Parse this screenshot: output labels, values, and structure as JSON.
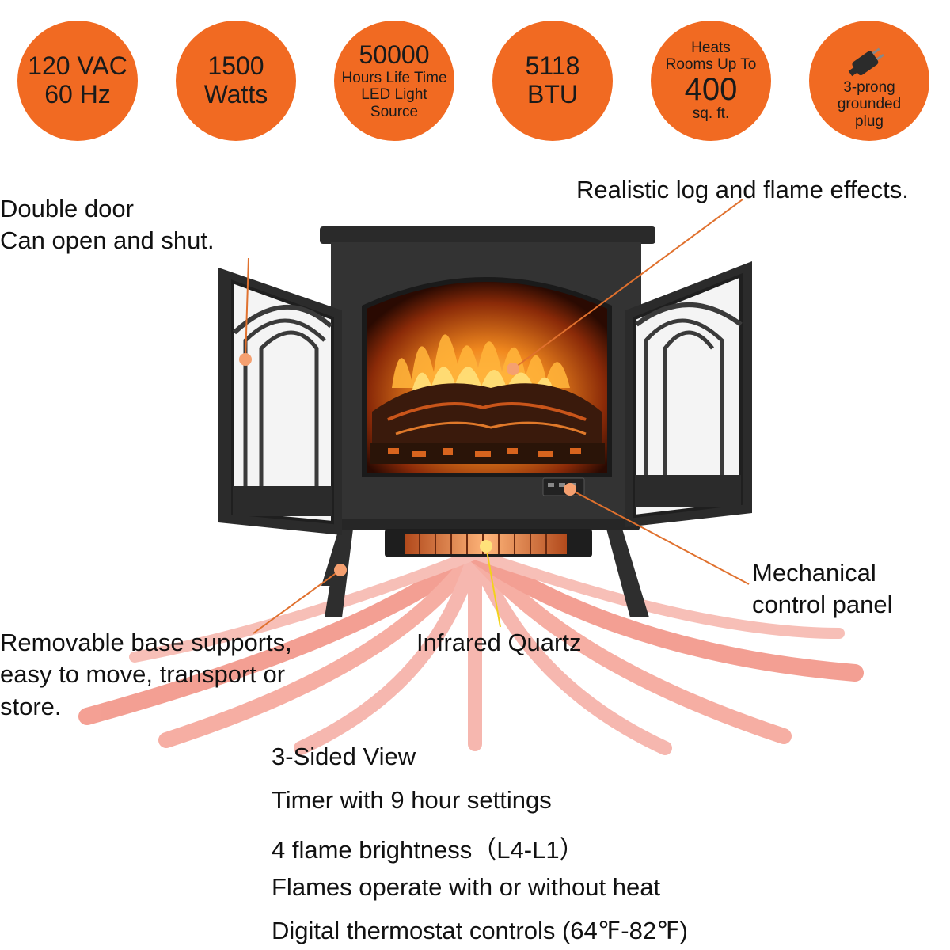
{
  "badges": {
    "voltage": {
      "line1": "120 VAC",
      "line2": "60 Hz"
    },
    "power": {
      "line1": "1500",
      "line2": "Watts"
    },
    "led": {
      "line1": "50000",
      "line2": "Hours Life Time",
      "line3": "LED Light",
      "line4": "Source"
    },
    "btu": {
      "line1": "5118",
      "line2": "BTU"
    },
    "rooms": {
      "line1": "Heats",
      "line2": "Rooms Up To",
      "line3": "400",
      "line4": "sq. ft."
    },
    "plug": {
      "line1": "3-prong",
      "line2": "grounded",
      "line3": "plug",
      "icon": "plug-icon"
    }
  },
  "callouts": {
    "doors": {
      "line1": "Double door",
      "line2": "Can open and shut."
    },
    "flames": "Realistic log and flame effects.",
    "panel": {
      "line1": "Mechanical",
      "line2": "control panel"
    },
    "base": {
      "line1": "Removable base supports,",
      "line2": "easy to move, transport or",
      "line3": "store."
    },
    "quartz": "Infrared Quartz"
  },
  "features": [
    "3-Sided View",
    "Timer with 9 hour settings",
    "4 flame brightness（L4-L1）",
    "Flames operate with or without heat",
    "Digital thermostat controls (64℉-82℉)"
  ],
  "colors": {
    "badge": "#f16a22",
    "callout_line": "#e0712e",
    "quartz_line": "#f2d21b",
    "heat": "#f28a7a"
  }
}
